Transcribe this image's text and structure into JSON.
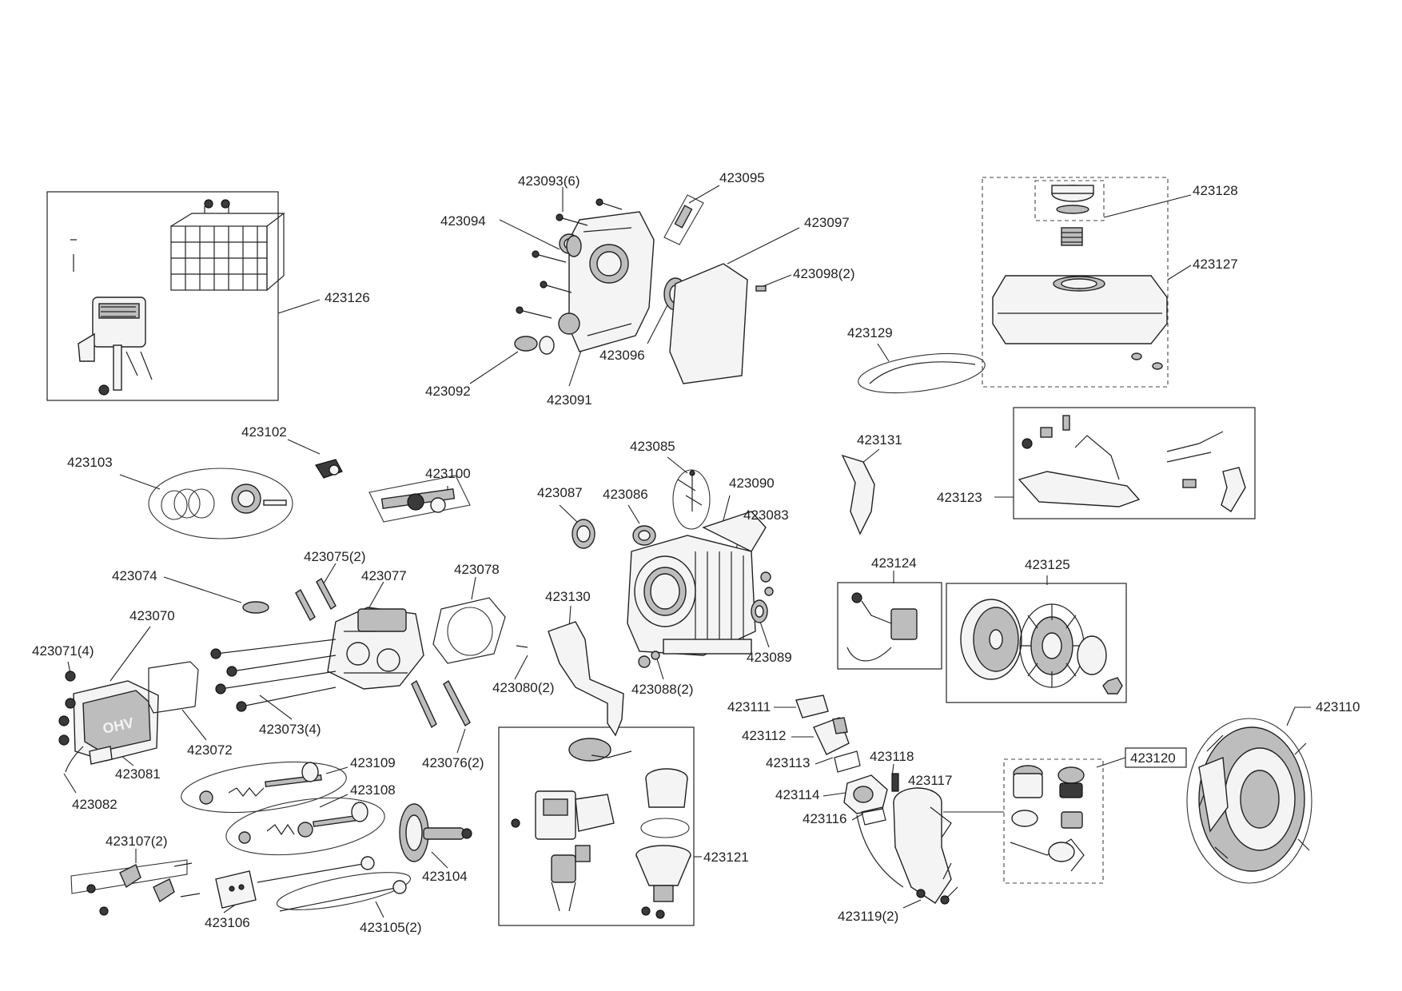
{
  "parts": [
    {
      "id": "423126",
      "text": "423126"
    },
    {
      "id": "423093",
      "text": "423093(6)"
    },
    {
      "id": "423095",
      "text": "423095"
    },
    {
      "id": "423094",
      "text": "423094"
    },
    {
      "id": "423097",
      "text": "423097"
    },
    {
      "id": "423098",
      "text": "423098(2)"
    },
    {
      "id": "423096",
      "text": "423096"
    },
    {
      "id": "423092",
      "text": "423092"
    },
    {
      "id": "423091",
      "text": "423091"
    },
    {
      "id": "423128",
      "text": "423128"
    },
    {
      "id": "423127",
      "text": "423127"
    },
    {
      "id": "423129",
      "text": "423129"
    },
    {
      "id": "423102",
      "text": "423102"
    },
    {
      "id": "423103",
      "text": "423103"
    },
    {
      "id": "423100",
      "text": "423100"
    },
    {
      "id": "423085",
      "text": "423085"
    },
    {
      "id": "423087",
      "text": "423087"
    },
    {
      "id": "423086",
      "text": "423086"
    },
    {
      "id": "423090",
      "text": "423090"
    },
    {
      "id": "423083",
      "text": "423083"
    },
    {
      "id": "423131",
      "text": "423131"
    },
    {
      "id": "423123",
      "text": "423123"
    },
    {
      "id": "423124",
      "text": "423124"
    },
    {
      "id": "423125",
      "text": "423125"
    },
    {
      "id": "423075",
      "text": "423075(2)"
    },
    {
      "id": "423077",
      "text": "423077"
    },
    {
      "id": "423078",
      "text": "423078"
    },
    {
      "id": "423074",
      "text": "423074"
    },
    {
      "id": "423130",
      "text": "423130"
    },
    {
      "id": "423070",
      "text": "423070"
    },
    {
      "id": "423071",
      "text": "423071(4)"
    },
    {
      "id": "423089",
      "text": "423089"
    },
    {
      "id": "423080",
      "text": "423080(2)"
    },
    {
      "id": "423088",
      "text": "423088(2)"
    },
    {
      "id": "423111",
      "text": "423111"
    },
    {
      "id": "423110",
      "text": "423110"
    },
    {
      "id": "423073",
      "text": "423073(4)"
    },
    {
      "id": "423072",
      "text": "423072"
    },
    {
      "id": "423112",
      "text": "423112"
    },
    {
      "id": "423081",
      "text": "423081"
    },
    {
      "id": "423076",
      "text": "423076(2)"
    },
    {
      "id": "423109",
      "text": "423109"
    },
    {
      "id": "423113",
      "text": "423113"
    },
    {
      "id": "423118",
      "text": "423118"
    },
    {
      "id": "423120",
      "text": "423120"
    },
    {
      "id": "423117",
      "text": "423117"
    },
    {
      "id": "423082",
      "text": "423082"
    },
    {
      "id": "423108",
      "text": "423108"
    },
    {
      "id": "423114",
      "text": "423114"
    },
    {
      "id": "423116",
      "text": "423116"
    },
    {
      "id": "423107",
      "text": "423107(2)"
    },
    {
      "id": "423121",
      "text": "423121"
    },
    {
      "id": "423104",
      "text": "423104"
    },
    {
      "id": "423106",
      "text": "423106"
    },
    {
      "id": "423105",
      "text": "423105(2)"
    },
    {
      "id": "423119",
      "text": "423119(2)"
    }
  ],
  "valve_cover_marking": "OHV"
}
